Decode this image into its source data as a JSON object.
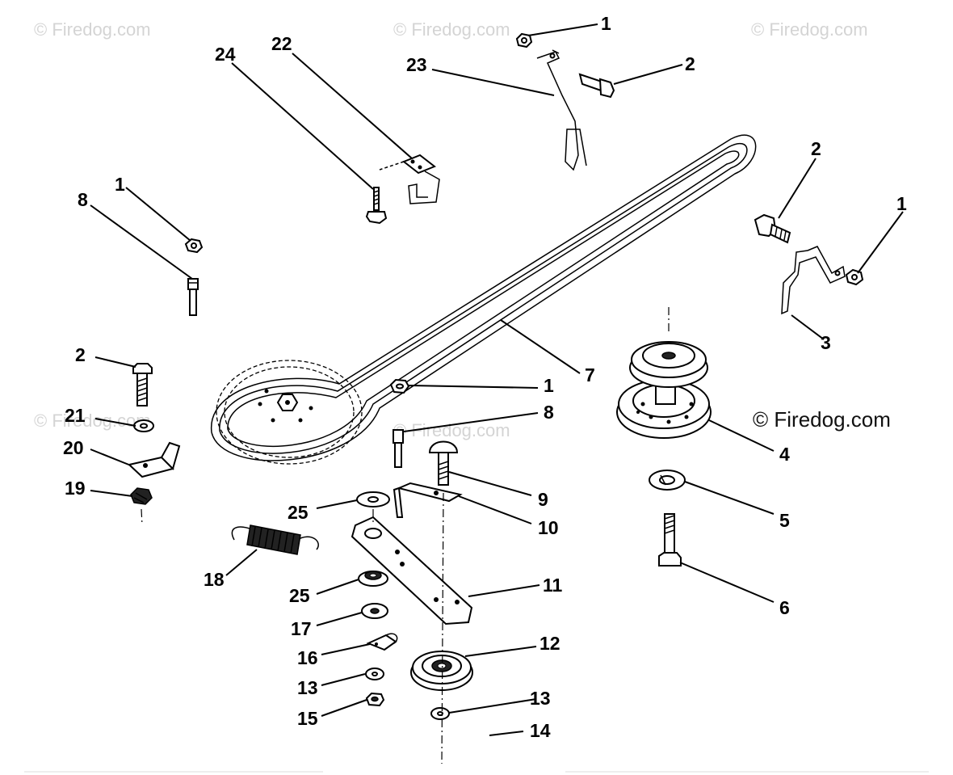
{
  "diagram": {
    "watermarks": [
      "© Firedog.com",
      "© Firedog.com",
      "© Firedog.com",
      "© Firedog.com",
      "© Firedog.com"
    ],
    "main_watermark": "© Firedog.com",
    "callouts": [
      {
        "id": "c-1a",
        "label": "1"
      },
      {
        "id": "c-2a",
        "label": "2"
      },
      {
        "id": "c-23",
        "label": "23"
      },
      {
        "id": "c-22",
        "label": "22"
      },
      {
        "id": "c-24",
        "label": "24"
      },
      {
        "id": "c-1b",
        "label": "1"
      },
      {
        "id": "c-8a",
        "label": "8"
      },
      {
        "id": "c-2b",
        "label": "2"
      },
      {
        "id": "c-1c",
        "label": "1"
      },
      {
        "id": "c-3",
        "label": "3"
      },
      {
        "id": "c-7",
        "label": "7"
      },
      {
        "id": "c-2c",
        "label": "2"
      },
      {
        "id": "c-21",
        "label": "21"
      },
      {
        "id": "c-20",
        "label": "20"
      },
      {
        "id": "c-19",
        "label": "19"
      },
      {
        "id": "c-1d",
        "label": "1"
      },
      {
        "id": "c-8b",
        "label": "8"
      },
      {
        "id": "c-4",
        "label": "4"
      },
      {
        "id": "c-9",
        "label": "9"
      },
      {
        "id": "c-10",
        "label": "10"
      },
      {
        "id": "c-5",
        "label": "5"
      },
      {
        "id": "c-25a",
        "label": "25"
      },
      {
        "id": "c-18",
        "label": "18"
      },
      {
        "id": "c-11",
        "label": "11"
      },
      {
        "id": "c-6",
        "label": "6"
      },
      {
        "id": "c-25b",
        "label": "25"
      },
      {
        "id": "c-17",
        "label": "17"
      },
      {
        "id": "c-12",
        "label": "12"
      },
      {
        "id": "c-16",
        "label": "16"
      },
      {
        "id": "c-13a",
        "label": "13"
      },
      {
        "id": "c-13b",
        "label": "13"
      },
      {
        "id": "c-15",
        "label": "15"
      },
      {
        "id": "c-14",
        "label": "14"
      }
    ]
  }
}
